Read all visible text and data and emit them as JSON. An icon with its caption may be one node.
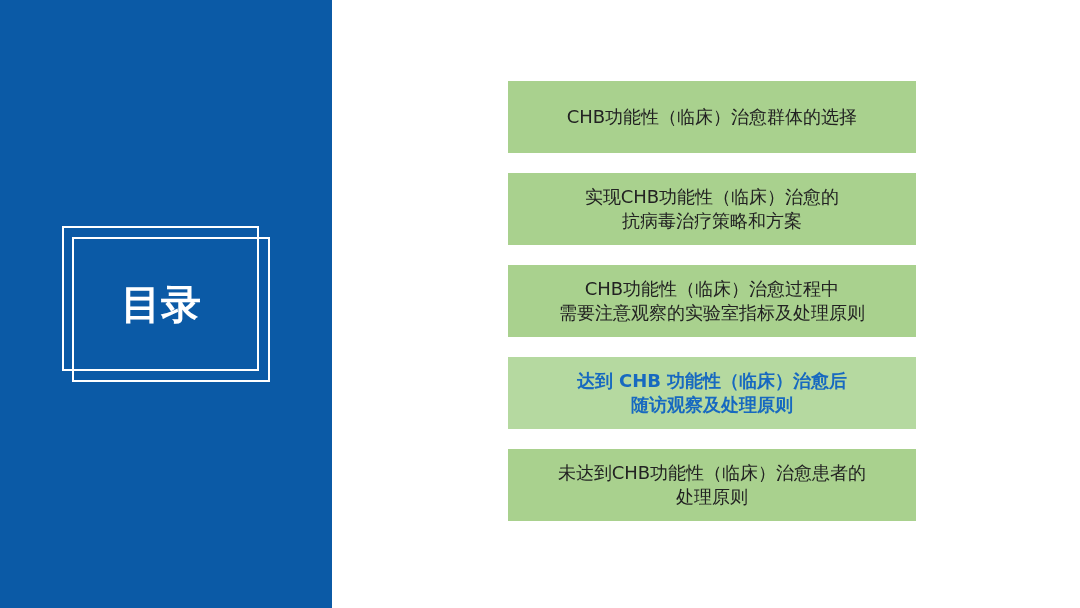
{
  "diagram": {
    "nodes": [
      {
        "text": [
          "目录"
        ]
      },
      {
        "text": [
          "CHB功能性（临床）治愈群体的选择"
        ]
      },
      {
        "text": [
          "实现CHB功能性（临床）治愈的抗病毒治疗策略和方案"
        ]
      },
      {
        "text": [
          "CHB功能性（临床）治愈过程中需要注意观察的实验室指标及处理原则"
        ]
      },
      {
        "text": [
          "达到 CHB 功能性（临床）治愈后随访观察及处理原则"
        ]
      },
      {
        "text": [
          "未达到CHB功能性（临床）治愈患者的处理原则"
        ]
      }
    ]
  }
}
